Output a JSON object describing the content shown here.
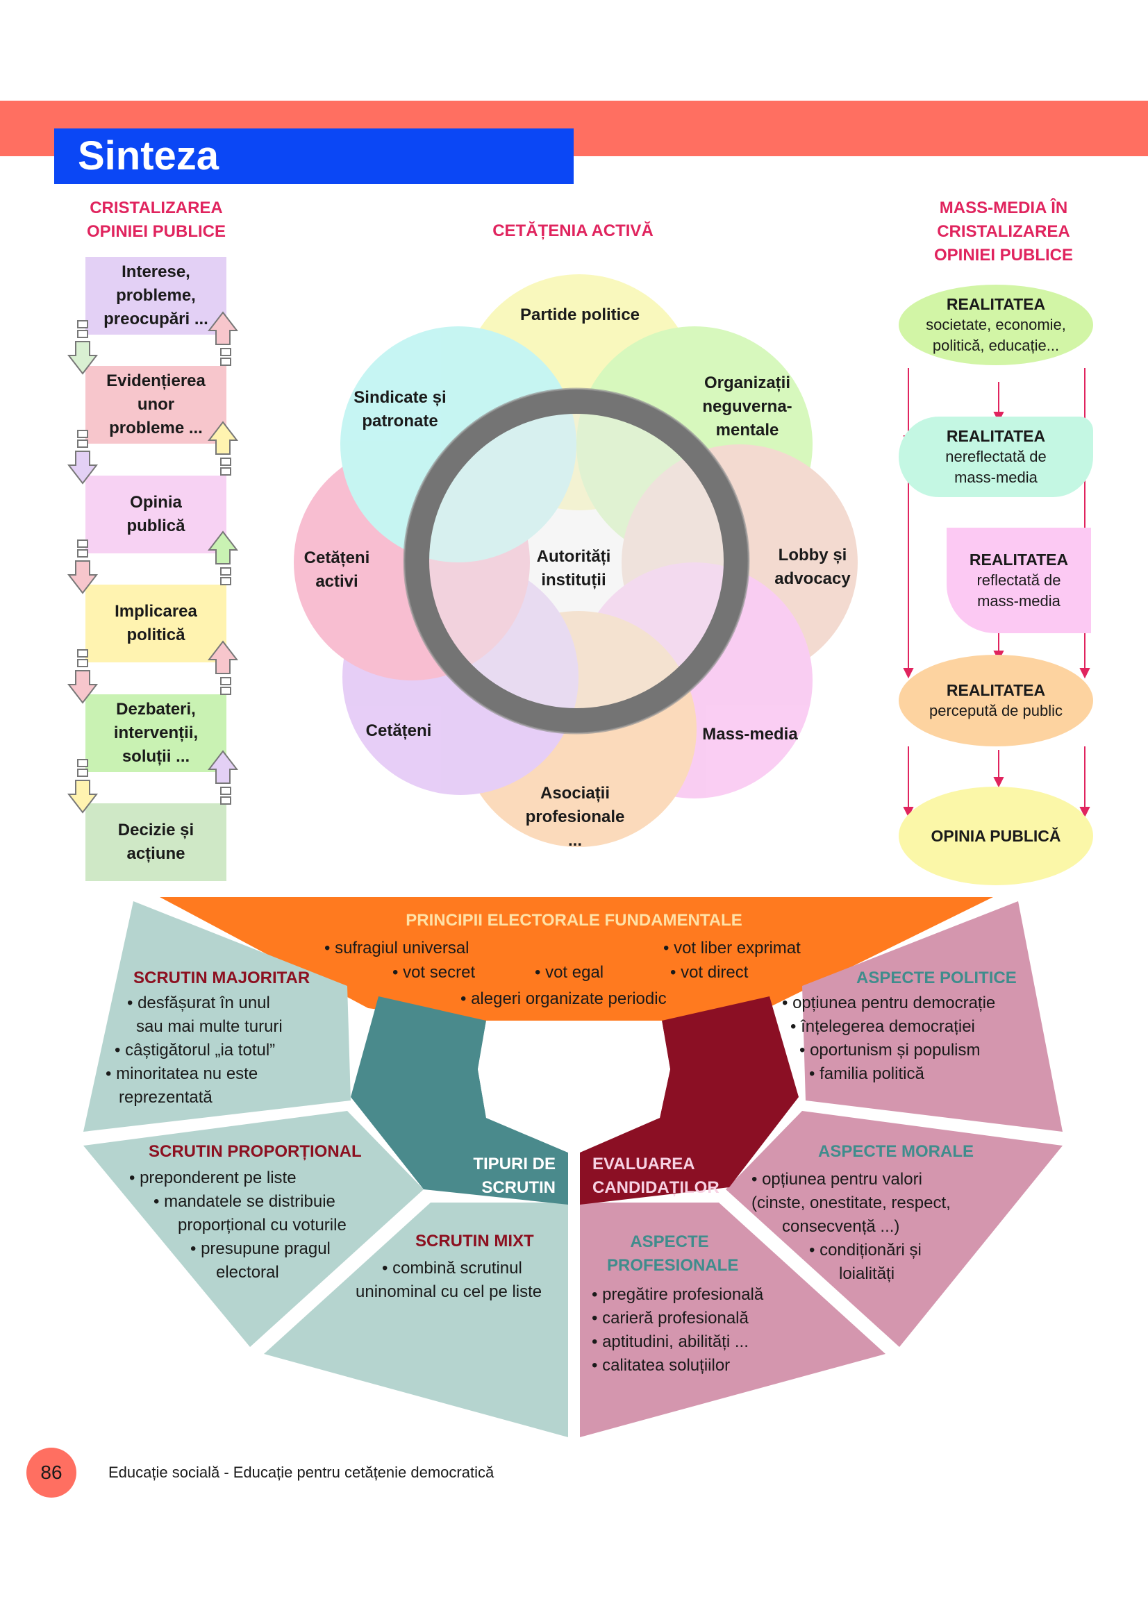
{
  "header": {
    "title": "Sinteza"
  },
  "left_column": {
    "heading": [
      "CRISTALIZAREA",
      "OPINIEI PUBLICE"
    ],
    "steps": [
      {
        "lines": [
          "Interese,",
          "probleme,",
          "preocupări ..."
        ],
        "color": "#e3d0f5"
      },
      {
        "lines": [
          "Evidențierea",
          "unor",
          "probleme ..."
        ],
        "color": "#f7c6cc"
      },
      {
        "lines": [
          "Opinia",
          "publică"
        ],
        "color": "#f7d2f3"
      },
      {
        "lines": [
          "Implicarea",
          "politică"
        ],
        "color": "#fff3b0"
      },
      {
        "lines": [
          "Dezbateri,",
          "intervenții,",
          "soluții ..."
        ],
        "color": "#c9f2b3"
      },
      {
        "lines": [
          "Decizie și",
          "acțiune"
        ],
        "color": "#cfe8c6"
      }
    ]
  },
  "center_diagram": {
    "heading": "CETĂȚENIA ACTIVĂ",
    "center": [
      "Autorități",
      "instituții"
    ],
    "petals": [
      {
        "lines": [
          "Partide politice"
        ],
        "color": "#f7f59a"
      },
      {
        "lines": [
          "Organizații",
          "neguverna-",
          "mentale"
        ],
        "color": "#c2f59a"
      },
      {
        "lines": [
          "Lobby și",
          "advocacy"
        ],
        "color": "#eec7b7"
      },
      {
        "lines": [
          "Mass-media"
        ],
        "color": "#f7b3ec"
      },
      {
        "lines": [
          "Asociații",
          "profesionale",
          "..."
        ],
        "color": "#fac797"
      },
      {
        "lines": [
          "Cetățeni"
        ],
        "color": "#dab4f2"
      },
      {
        "lines": [
          "Cetățeni",
          "activi"
        ],
        "color": "#f59cb9"
      },
      {
        "lines": [
          "Sindicate și",
          "patronate"
        ],
        "color": "#a8f0ec"
      }
    ]
  },
  "right_column": {
    "heading": [
      "MASS-MEDIA ÎN",
      "CRISTALIZAREA",
      "OPINIEI PUBLICE"
    ],
    "items": [
      {
        "title": "REALITATEA",
        "lines": [
          "societate, economie,",
          "politică, educație..."
        ],
        "color": "#d2f5a6"
      },
      {
        "title": "REALITATEA",
        "lines": [
          "nereflectată de",
          "mass-media"
        ],
        "color": "#c4f7e3"
      },
      {
        "title": "REALITATEA",
        "lines": [
          "reflectată de",
          "mass-media"
        ],
        "color": "#fcc9f3"
      },
      {
        "title": "REALITATEA",
        "lines": [
          "percepută de public"
        ],
        "color": "#fdd3a0"
      },
      {
        "title": "OPINIA PUBLICĂ",
        "lines": [],
        "color": "#fbf7a8"
      }
    ]
  },
  "principles": {
    "heading": "PRINCIPII ELECTORALE FUNDAMENTALE",
    "items": [
      "• sufragiul universal",
      "• vot liber exprimat",
      "• vot secret",
      "• vot egal",
      "• vot direct",
      "• alegeri organizate periodic"
    ]
  },
  "scrutin_majoritar": {
    "title": "SCRUTIN MAJORITAR",
    "lines": [
      "• desfășurat în unul",
      "sau mai multe tururi",
      "• câștigătorul „ia totul”",
      "• minoritatea nu este",
      "reprezentată"
    ]
  },
  "scrutin_proportional": {
    "title": "SCRUTIN PROPORȚIONAL",
    "lines": [
      "• preponderent pe liste",
      "• mandatele se distribuie",
      "proporțional cu voturile",
      "• presupune pragul",
      "electoral"
    ]
  },
  "scrutin_mixt": {
    "title": "SCRUTIN MIXT",
    "lines": [
      "• combină scrutinul",
      "uninominal cu cel pe liste"
    ]
  },
  "tipuri": {
    "lines": [
      "TIPURI DE",
      "SCRUTIN"
    ]
  },
  "evaluarea": {
    "lines": [
      "EVALUAREA",
      "CANDIDAȚILOR"
    ]
  },
  "aspecte_politice": {
    "title": "ASPECTE POLITICE",
    "lines": [
      "• opțiunea pentru democrație",
      "• înțelegerea democrației",
      "• oportunism și populism",
      "• familia politică"
    ]
  },
  "aspecte_morale": {
    "title": "ASPECTE MORALE",
    "lines": [
      "• opțiunea pentru valori",
      "(cinste, onestitate, respect,",
      "consecvență ...)",
      "• condiționări și",
      "loialități"
    ]
  },
  "aspecte_profesionale": {
    "title": [
      "ASPECTE",
      "PROFESIONALE"
    ],
    "lines": [
      "• pregătire profesională",
      "• carieră profesională",
      "• aptitudini, abilități ...",
      "• calitatea soluțiilor"
    ]
  },
  "footer": {
    "page_number": "86",
    "text": "Educație socială - Educație pentru cetățenie democratică"
  }
}
